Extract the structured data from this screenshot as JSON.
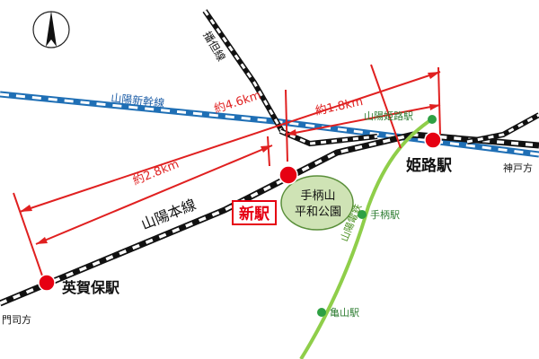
{
  "colors": {
    "distance": "#e02020",
    "shinkansen_blue": "#1f6fb5",
    "shinkansen_label": "#1f5fa8",
    "sanyo_dentetsu": "#8fce4a",
    "dentetsu_station_label": "#2e7d32",
    "station_red": "#e60012",
    "park_fill": "#cfe3b5",
    "park_stroke": "#5a8f3a"
  },
  "compass": {
    "icon": "north-arrow-icon"
  },
  "lines": {
    "shinkansen": "山陽新幹線",
    "sanyo_main": "山陽本線",
    "bantan": "播但線",
    "sanyo_dentetsu": "山陽電鉄"
  },
  "directions": {
    "kobe": "神戸方",
    "moji": "門司方"
  },
  "stations": {
    "himeji": "姫路駅",
    "new": "新駅",
    "hiraho": "英賀保駅",
    "sanyo_himeji": "山陽姫路駅",
    "tegara": "手柄駅",
    "kameyama": "亀山駅"
  },
  "park": {
    "line1": "手柄山",
    "line2": "平和公園"
  },
  "distances": {
    "to_himeji_from_hiraho": "約4.6km",
    "new_to_himeji": "約1.8km",
    "hiraho_to_new": "約2.8km"
  }
}
